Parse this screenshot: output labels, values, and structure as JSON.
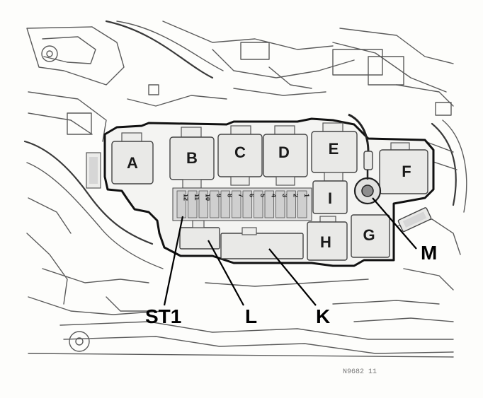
{
  "diagram": {
    "relays": [
      {
        "id": "A",
        "label": "A"
      },
      {
        "id": "B",
        "label": "B"
      },
      {
        "id": "C",
        "label": "C"
      },
      {
        "id": "D",
        "label": "D"
      },
      {
        "id": "E",
        "label": "E"
      },
      {
        "id": "F",
        "label": "F"
      },
      {
        "id": "G",
        "label": "G"
      },
      {
        "id": "H",
        "label": "H"
      },
      {
        "id": "I",
        "label": "I"
      }
    ],
    "fuse_numbers": [
      "12",
      "11",
      "10",
      "9",
      "8",
      "7",
      "6",
      "5",
      "4",
      "3",
      "2",
      "1"
    ],
    "callouts": [
      {
        "id": "ST1",
        "label": "ST1"
      },
      {
        "id": "L",
        "label": "L"
      },
      {
        "id": "K",
        "label": "K"
      },
      {
        "id": "M",
        "label": "M"
      }
    ],
    "image_code": "N9682 11"
  }
}
